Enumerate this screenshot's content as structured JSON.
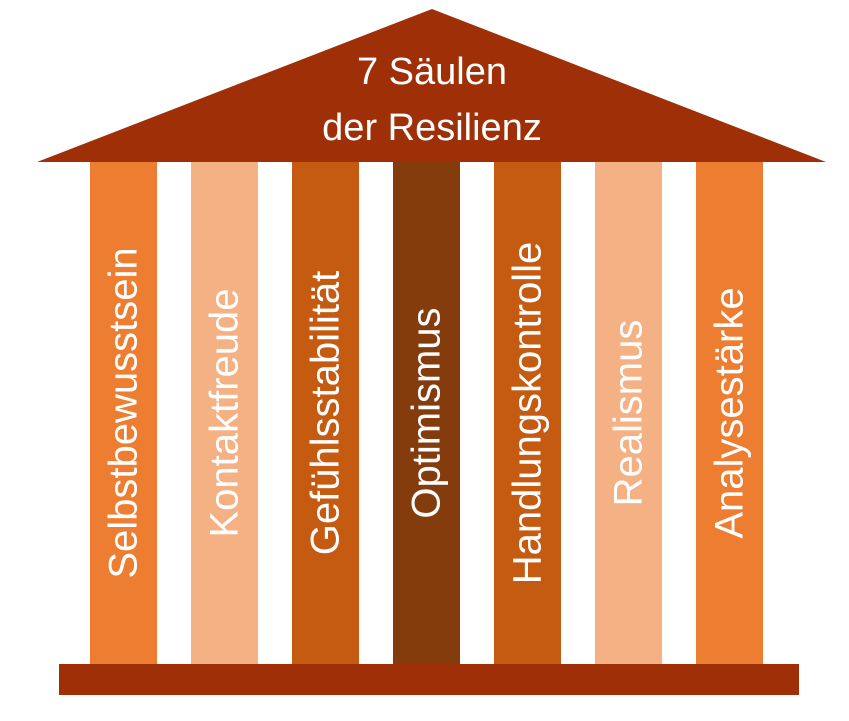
{
  "title": {
    "line1": "7 Säulen",
    "line2": "der Resilienz"
  },
  "pillars": [
    {
      "label": "Selbstbewusstsein",
      "color": "#ED7D31"
    },
    {
      "label": "Kontaktfreude",
      "color": "#F4B183"
    },
    {
      "label": "Gefühlsstabilität",
      "color": "#C55A11"
    },
    {
      "label": "Optimismus",
      "color": "#843C0C"
    },
    {
      "label": "Handlungskontrolle",
      "color": "#C55A11"
    },
    {
      "label": "Realismus",
      "color": "#F4B183"
    },
    {
      "label": "Analysestärke",
      "color": "#ED7D31"
    }
  ],
  "colors": {
    "roof": "#9E2F06",
    "base": "#9E2F06",
    "text": "#FFFFFF"
  }
}
